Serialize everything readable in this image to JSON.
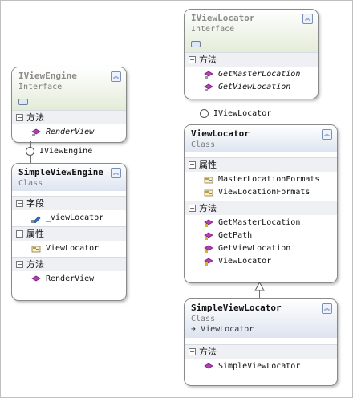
{
  "colors": {
    "interface_header": "#e3ecd8",
    "class_header": "#dde4f0",
    "method_icon": "#b040b0",
    "property_icon": "#c89a20",
    "field_icon": "#3070c0"
  },
  "boxes": {
    "iviewengine": {
      "title": "IViewEngine",
      "stereotype": "Interface",
      "sections": [
        {
          "label": "方法",
          "items": [
            "RenderView"
          ]
        }
      ]
    },
    "simpleviewengine": {
      "title": "SimpleViewEngine",
      "stereotype": "Class",
      "sections": [
        {
          "label": "字段",
          "items": [
            "_viewLocator"
          ]
        },
        {
          "label": "属性",
          "items": [
            "ViewLocator"
          ]
        },
        {
          "label": "方法",
          "items": [
            "RenderView"
          ]
        }
      ]
    },
    "iviewlocator": {
      "title": "IViewLocator",
      "stereotype": "Interface",
      "sections": [
        {
          "label": "方法",
          "items": [
            "GetMasterLocation",
            "GetViewLocation"
          ]
        }
      ]
    },
    "viewlocator": {
      "title": "ViewLocator",
      "stereotype": "Class",
      "sections": [
        {
          "label": "属性",
          "items": [
            "MasterLocationFormats",
            "ViewLocationFormats"
          ]
        },
        {
          "label": "方法",
          "items": [
            "GetMasterLocation",
            "GetPath",
            "GetViewLocation",
            "ViewLocator"
          ]
        }
      ]
    },
    "simpleviewlocator": {
      "title": "SimpleViewLocator",
      "stereotype": "Class",
      "base": "ViewLocator",
      "sections": [
        {
          "label": "方法",
          "items": [
            "SimpleViewLocator"
          ]
        }
      ]
    }
  },
  "lollipops": {
    "engine": "IViewEngine",
    "locator": "IViewLocator"
  }
}
